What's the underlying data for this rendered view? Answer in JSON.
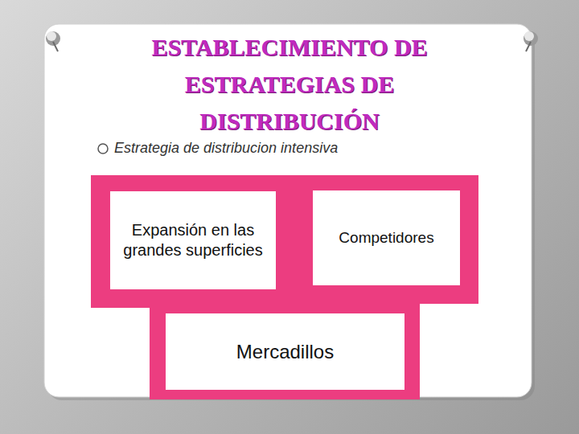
{
  "diagram": {
    "title": "ESTABLECIMIENTO DE ESTRATEGIAS DE DISTRIBUCIÓN",
    "nodes": [
      {
        "text": [
          "Expansión en las grandes superficies"
        ]
      },
      {
        "text": [
          "Competidores"
        ]
      },
      {
        "text": [
          "Mercadillos"
        ]
      }
    ],
    "labels": [
      "Estrategia de distribucion intensiva"
    ]
  }
}
